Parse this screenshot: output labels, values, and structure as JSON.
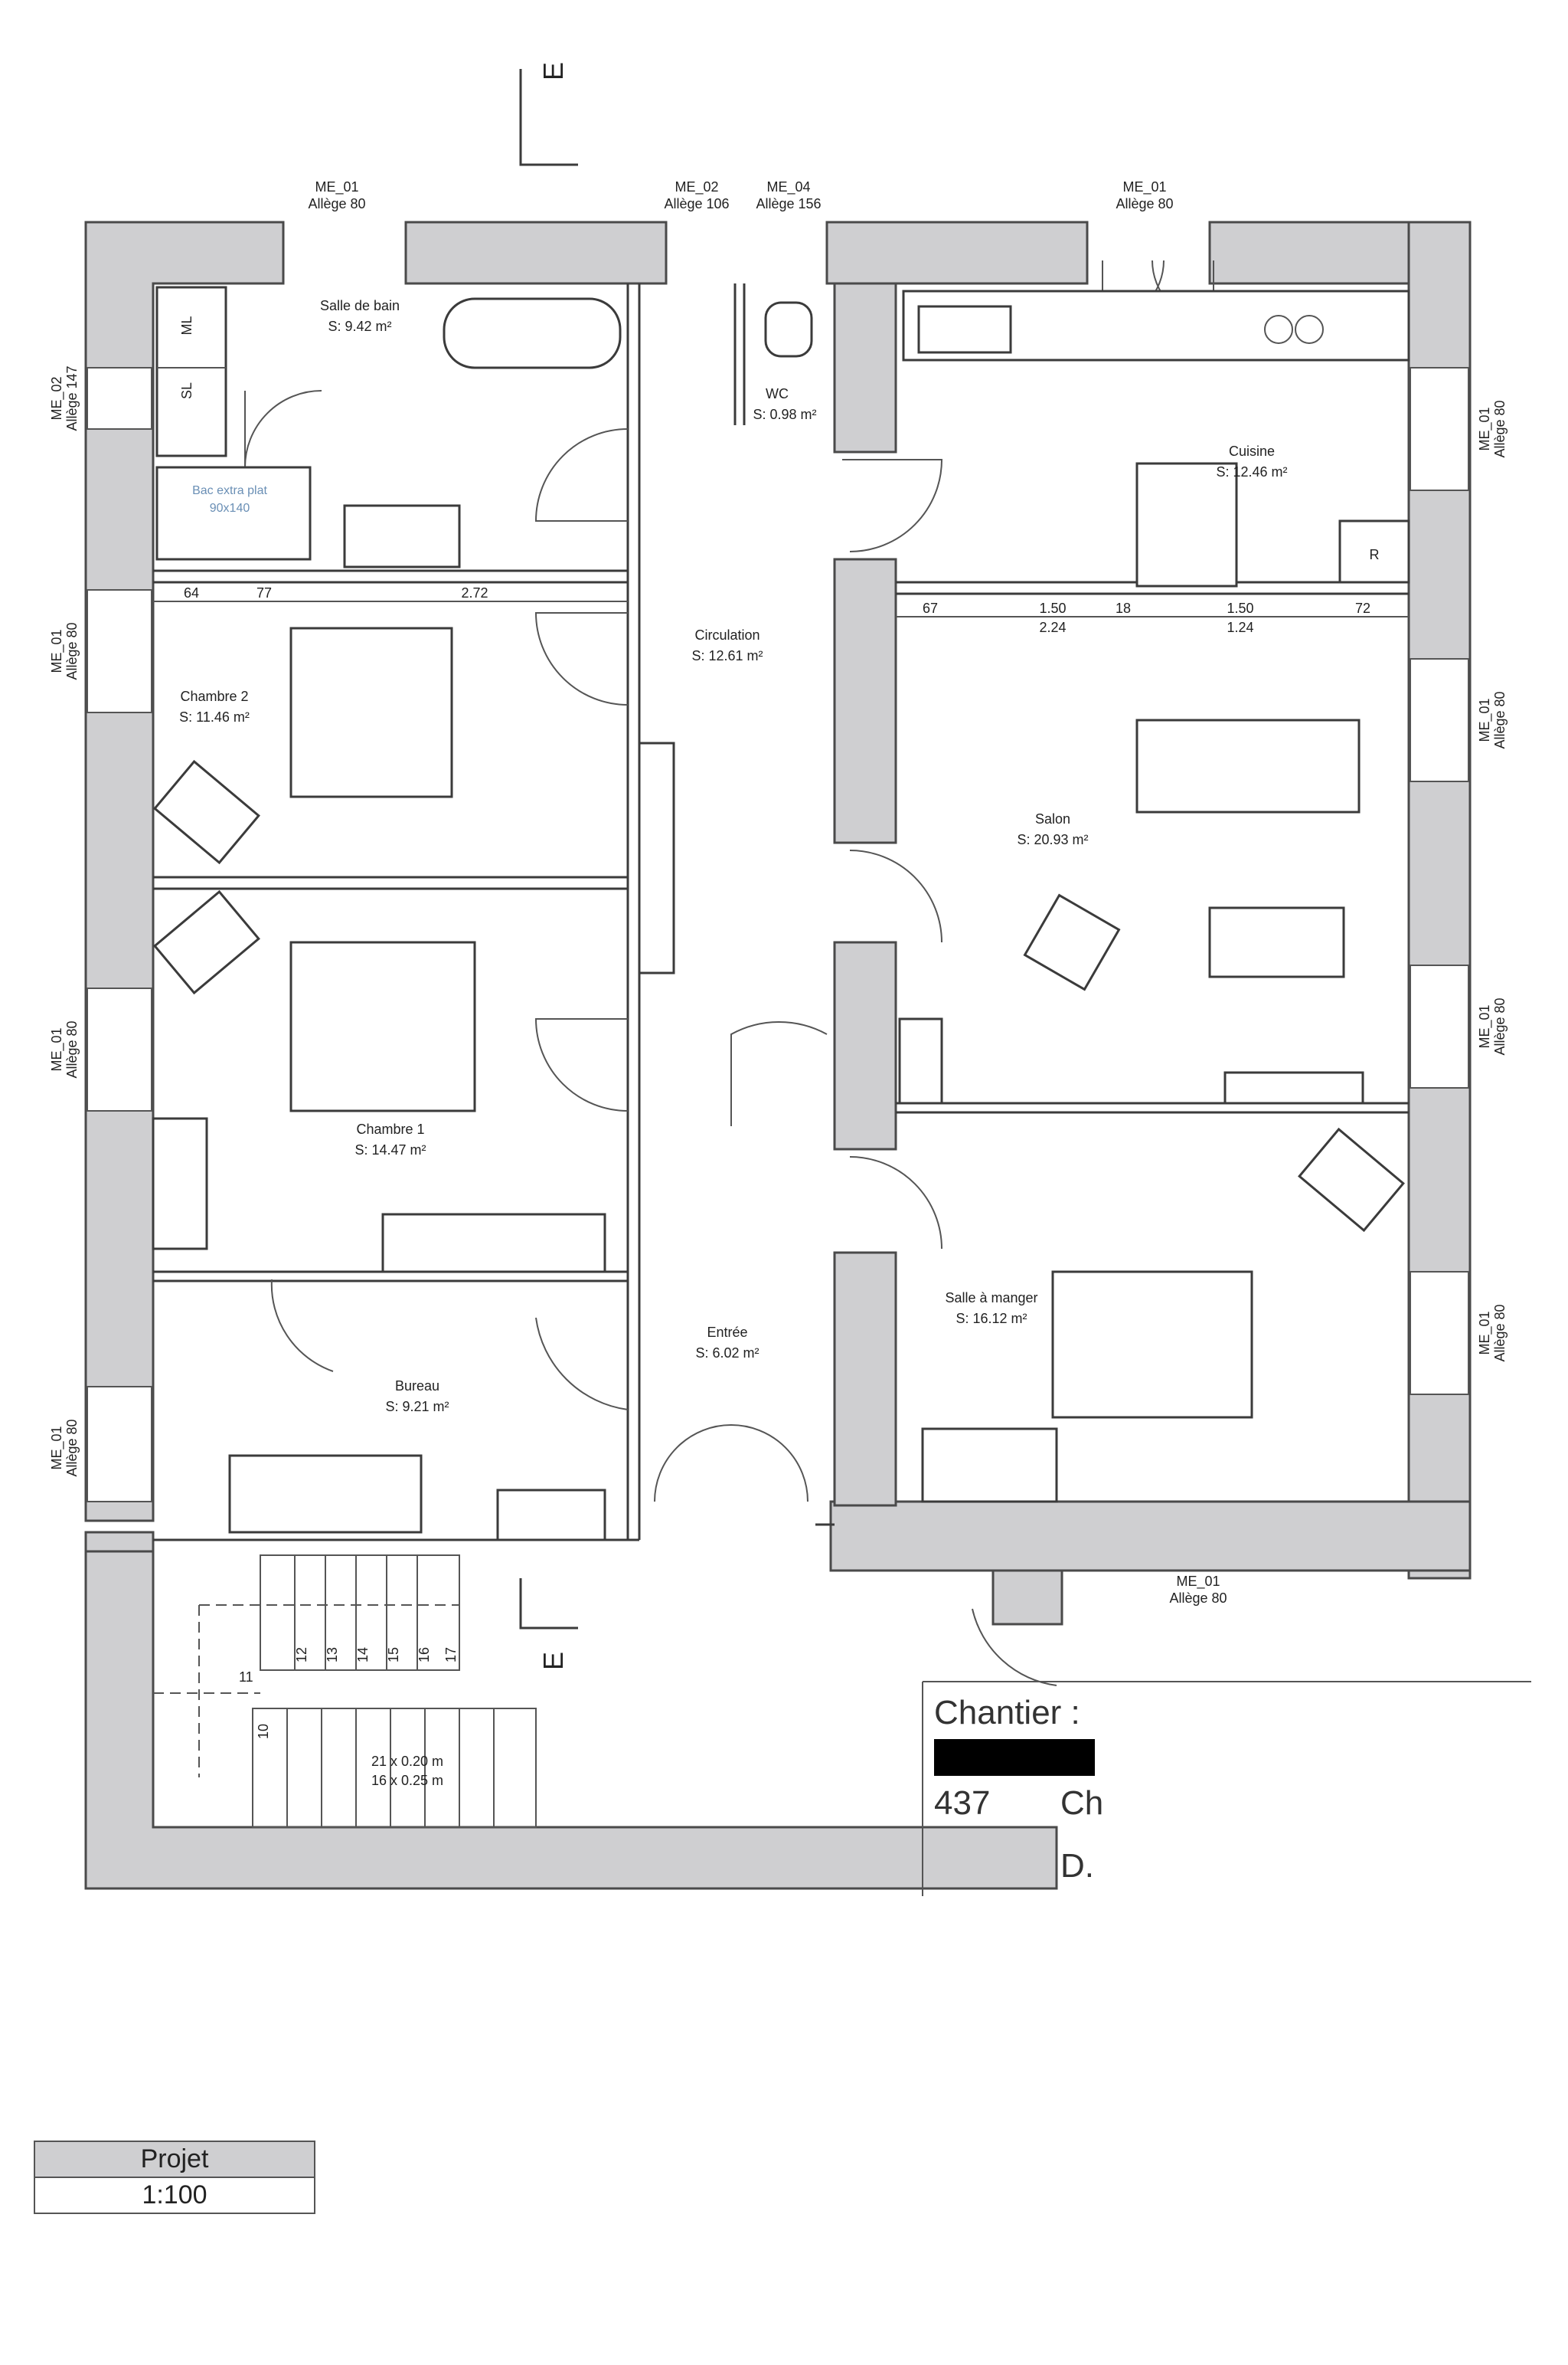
{
  "north_mark": "E",
  "window_labels": [
    {
      "code": "ME_01",
      "allege": "Allège 80"
    },
    {
      "code": "ME_02",
      "allege": "Allège 106"
    },
    {
      "code": "ME_04",
      "allege": "Allège 156"
    },
    {
      "code": "ME_01",
      "allege": "Allège 80"
    },
    {
      "code": "ME_02",
      "allege": "Allège 147"
    },
    {
      "code": "ME_01",
      "allege": "Allège 80"
    },
    {
      "code": "ME_01",
      "allege": "Allège 80"
    },
    {
      "code": "ME_01",
      "allege": "Allège 80"
    },
    {
      "code": "ME_01",
      "allege": "Allège 80"
    },
    {
      "code": "ME_01",
      "allege": "Allège 80"
    },
    {
      "code": "ME_01",
      "allege": "Allège 80"
    },
    {
      "code": "ME_01",
      "allege": "Allège 80"
    },
    {
      "code": "ME_01",
      "allege": "Allège 80"
    }
  ],
  "rooms": [
    {
      "name": "Salle de bain",
      "area": "S: 9.42 m²"
    },
    {
      "name": "WC",
      "area": "S: 0.98 m²"
    },
    {
      "name": "Cuisine",
      "area": "S: 12.46 m²"
    },
    {
      "name": "Circulation",
      "area": "S: 12.61 m²"
    },
    {
      "name": "Chambre 2",
      "area": "S: 11.46 m²"
    },
    {
      "name": "Salon",
      "area": "S: 20.93 m²"
    },
    {
      "name": "Chambre 1",
      "area": "S: 14.47 m²"
    },
    {
      "name": "Salle à manger",
      "area": "S: 16.12 m²"
    },
    {
      "name": "Entrée",
      "area": "S: 6.02 m²"
    },
    {
      "name": "Bureau",
      "area": "S: 9.21 m²"
    }
  ],
  "fixtures": {
    "ml": "ML",
    "sl": "SL",
    "fridge": "R",
    "shower_tray_1": "Bac extra plat",
    "shower_tray_2": "90x140"
  },
  "dims_left": [
    "64",
    "77",
    "2.72"
  ],
  "dims_right": [
    "67",
    "1.50",
    "18",
    "1.50",
    "72"
  ],
  "dims_right_sub": [
    "2.24",
    "1.24"
  ],
  "stairs": {
    "steps": [
      "10",
      "11",
      "12",
      "13",
      "14",
      "15",
      "16",
      "17"
    ],
    "spec1": "21 x 0.20 m",
    "spec2": "16 x 0.25 m"
  },
  "title_block": {
    "chantier": "Chantier :",
    "code": "437",
    "ch": "Ch",
    "d": "D."
  },
  "legend": {
    "label": "Projet",
    "scale": "1:100"
  }
}
